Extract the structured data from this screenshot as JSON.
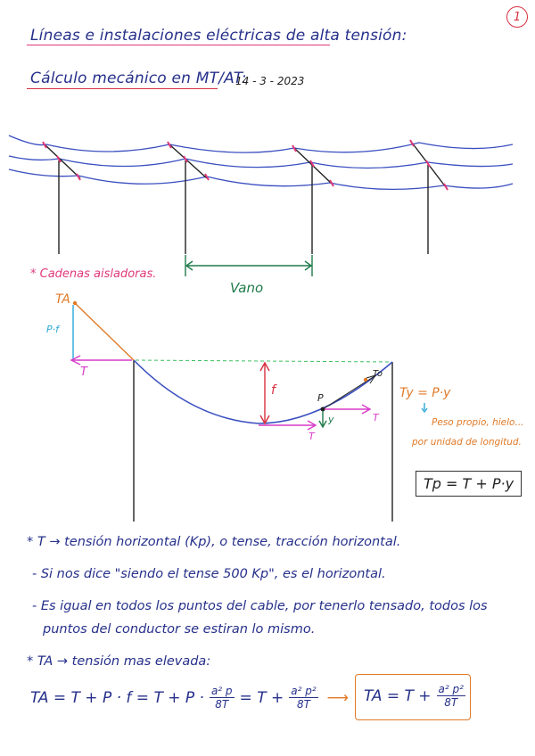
{
  "page_number": "1",
  "header": {
    "title": "Líneas e instalaciones eléctricas de alta tensión:",
    "subtitle": "Cálculo mecánico en MT/AT:",
    "date": "14 - 3 - 2023"
  },
  "diagram1": {
    "span_label": "Vano"
  },
  "diagram2": {
    "note_insulators": "* Cadenas aisladoras.",
    "ta_label": "TA",
    "pf_label": "P·f",
    "t_label_left": "T",
    "f_label": "f",
    "p_label": "P",
    "t_label_right": "T",
    "t_label_bottom": "T",
    "y_label": "y",
    "to_label": "To",
    "ty_formula": "Ty = P·y",
    "weight_note_line1": "Peso propio, hielo...",
    "weight_note_line2": "por unidad de longitud.",
    "tp_box": "Tp = T + P·y"
  },
  "notes": {
    "line1": "* T → tensión horizontal (Kp), o tense, tracción horizontal.",
    "line2": "- Si nos dice \"siendo el tense 500 Kp\", es el horizontal.",
    "line3a": "- Es igual en todos los puntos del cable, por tenerlo tensado, todos los",
    "line3b": "puntos del conductor se estiran lo mismo.",
    "line4": "* TA → tensión mas elevada:"
  },
  "formula": {
    "lhs": "TA = T + P · f = T + P ·",
    "frac1_num": "a² p",
    "frac1_den": "8T",
    "mid": "= T +",
    "frac2_num": "a² p²",
    "frac2_den": "8T",
    "arrow": "⟶",
    "boxed_lhs": "TA = T +",
    "frac3_num": "a² p²",
    "frac3_den": "8T"
  }
}
